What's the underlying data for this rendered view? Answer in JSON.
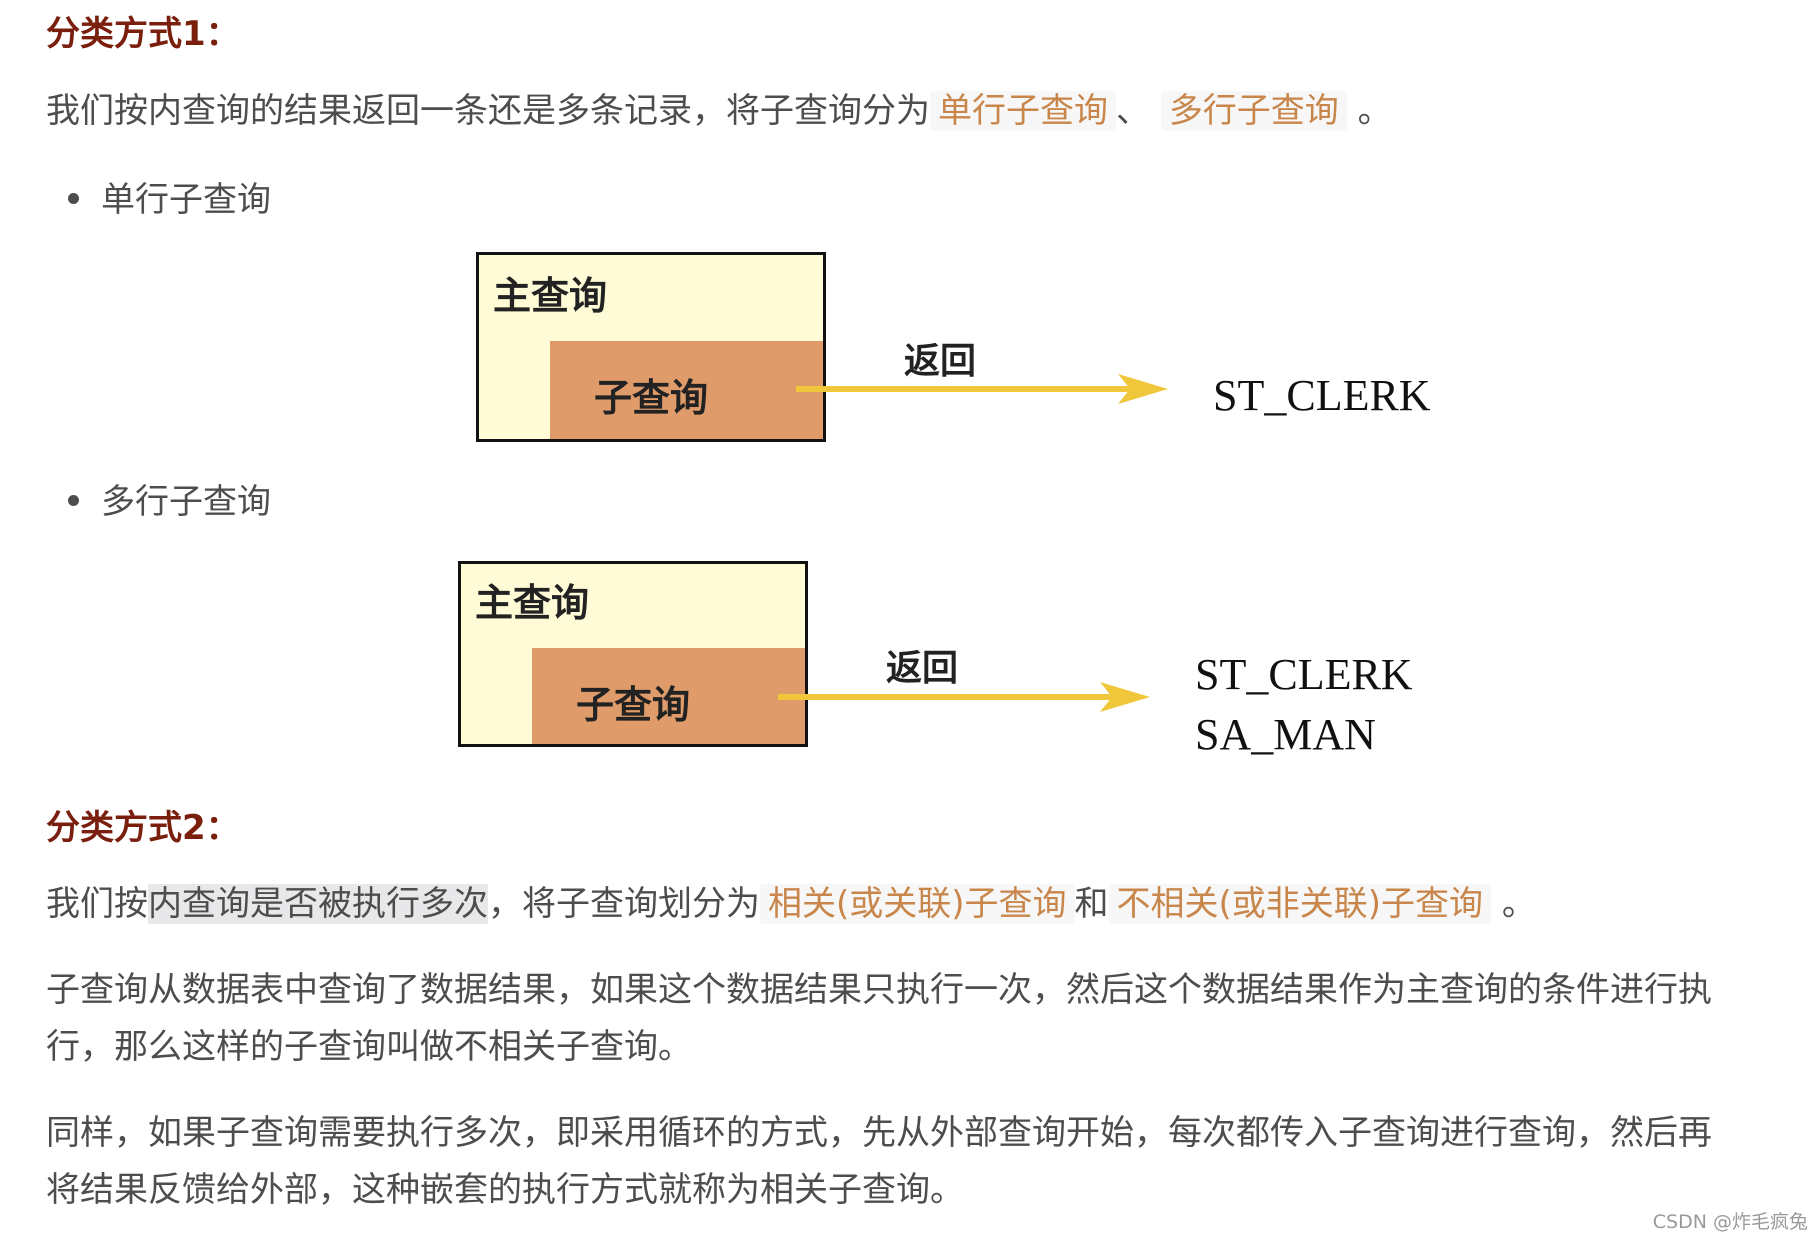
{
  "section1": {
    "heading": "分类方式1：",
    "intro_prefix": "我们按内查询的结果返回一条还是多条记录，将子查询分为",
    "code_single": "单行子查询",
    "separator": "、",
    "code_multi": "多行子查询",
    "period": "。",
    "bullets": [
      "单行子查询",
      "多行子查询"
    ]
  },
  "diagram_single": {
    "outer_label": "主查询",
    "inner_label": "子查询",
    "arrow_label": "返回",
    "results": [
      "ST_CLERK"
    ]
  },
  "diagram_multi": {
    "outer_label": "主查询",
    "inner_label": "子查询",
    "arrow_label": "返回",
    "results": [
      "ST_CLERK",
      "SA_MAN"
    ]
  },
  "section2": {
    "heading": "分类方式2：",
    "intro_prefix": "我们按",
    "intro_highlight": "内查询是否被执行多次",
    "intro_mid": "，将子查询划分为",
    "code_related": "相关(或关联)子查询",
    "conj": "和",
    "code_unrelated": "不相关(或非关联)子查询",
    "period": "。",
    "para1_line1": "子查询从数据表中查询了数据结果，如果这个数据结果只执行一次，然后这个数据结果作为主查询的条件进行执",
    "para1_line2": "行，那么这样的子查询叫做不相关子查询。",
    "para2_line1": "同样，如果子查询需要执行多次，即采用循环的方式，先从外部查询开始，每次都传入子查询进行查询，然后再",
    "para2_line2": "将结果反馈给外部，这种嵌套的执行方式就称为相关子查询。"
  },
  "watermark": "CSDN @炸毛疯兔",
  "colors": {
    "heading": "#7a1e0e",
    "body_text": "#4d4d4d",
    "code_text": "#c8864b",
    "box_fill": "#fefbd6",
    "inner_fill": "#df9c6a",
    "arrow": "#f0c63a"
  }
}
